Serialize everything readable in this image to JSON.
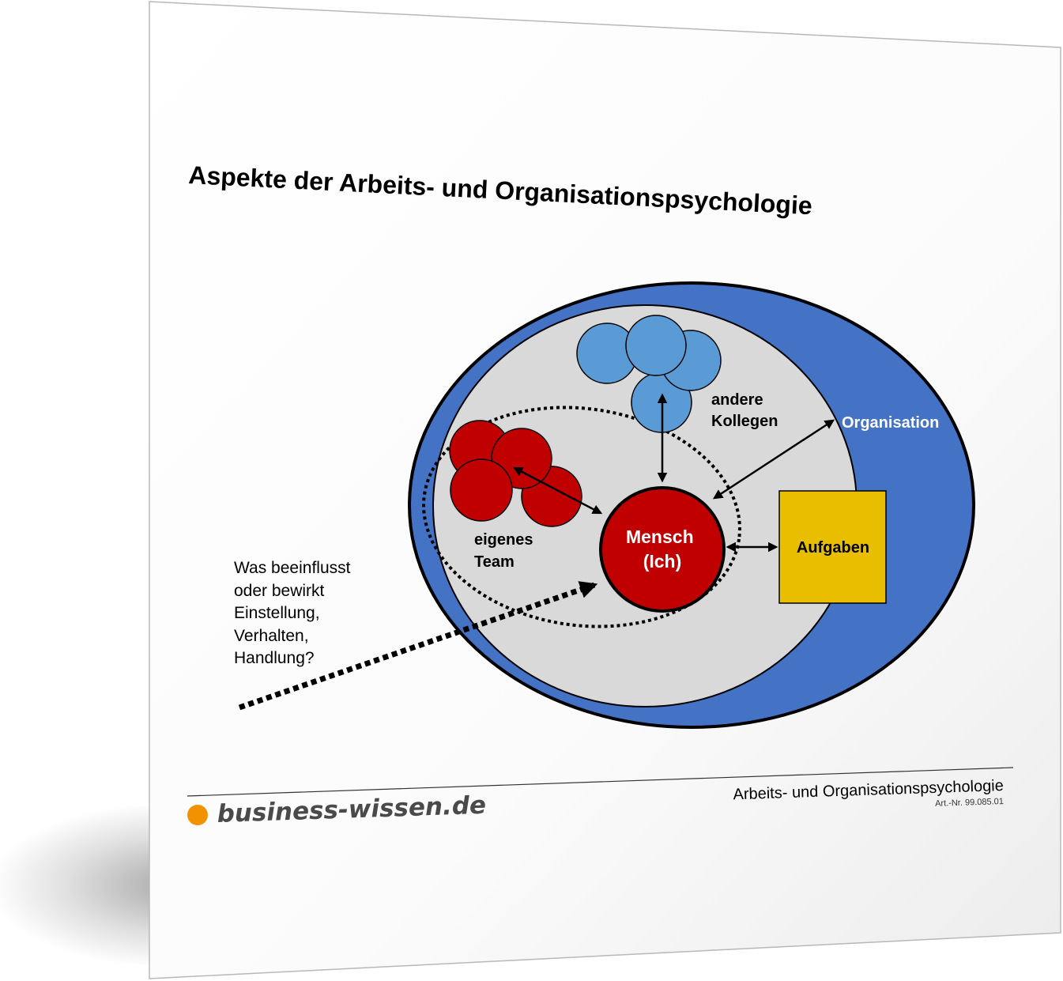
{
  "title": "Aspekte der Arbeits- und Organisationspsychologie",
  "diagram": {
    "center_line1": "Mensch",
    "center_line2": "(Ich)",
    "team_line1": "eigenes",
    "team_line2": "Team",
    "colleagues_line1": "andere",
    "colleagues_line2": "Kollegen",
    "organisation": "Organisation",
    "tasks": "Aufgaben",
    "question_lines": [
      "Was beeinflusst",
      "oder bewirkt",
      "Einstellung,",
      "Verhalten,",
      "Handlung?"
    ]
  },
  "footer": {
    "brand": "business-wissen.de",
    "doc_title": "Arbeits- und Organisationspsychologie",
    "art_nr": "Art.-Nr. 99.085.01"
  },
  "colors": {
    "organisation_blue": "#4472C4",
    "inner_gray": "#D9D9D9",
    "red": "#C00000",
    "colleague_blue": "#5B9BD5",
    "task_yellow": "#E9BE00",
    "logo_orange": "#F39200"
  }
}
